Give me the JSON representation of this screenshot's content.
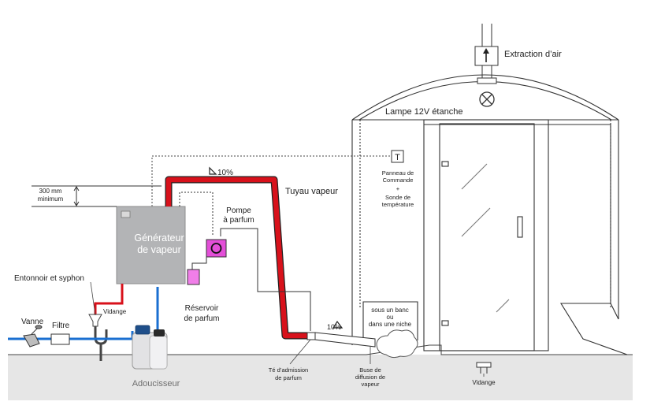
{
  "labels": {
    "extraction": "Extraction d’air",
    "lamp": "Lampe 12V étanche",
    "panel_letter": "T",
    "panel_line1": "Panneau de",
    "panel_line2": "Commande",
    "panel_line3": "+",
    "panel_line4": "Sonde de",
    "panel_line5": "température",
    "slope_top": "10%",
    "slope_bottom": "10%",
    "steam_pipe": "Tuyau vapeur",
    "pump_line1": "Pompe",
    "pump_line2": "à parfum",
    "generator_line1": "Générateur",
    "generator_line2": "de vapeur",
    "min_height_line1": "300 mm",
    "min_height_line2": "minimum",
    "funnel": "Entonnoir et syphon",
    "drain_generator": "Vidange",
    "tank_line1": "Réservoir",
    "tank_line2": "de parfum",
    "valve": "Vanne",
    "filter": "Filtre",
    "softener": "Adoucisseur",
    "tee_line1": "Té d’admission",
    "tee_line2": "de parfum",
    "nozzle_line1": "Buse de",
    "nozzle_line2": "diffusion de",
    "nozzle_line3": "vapeur",
    "bench_line1": "sous un banc",
    "bench_line2": "ou",
    "bench_line3": "dans une niche",
    "drain_cabin": "Vidange"
  },
  "colors": {
    "steam_pipe": "#d8111b",
    "water_pipe": "#1a6fd1",
    "generator": "#b3b4b6",
    "pump": "#e34fd8",
    "tank": "#f07ee8",
    "outline": "#333333",
    "ground": "#e6e6e6"
  }
}
